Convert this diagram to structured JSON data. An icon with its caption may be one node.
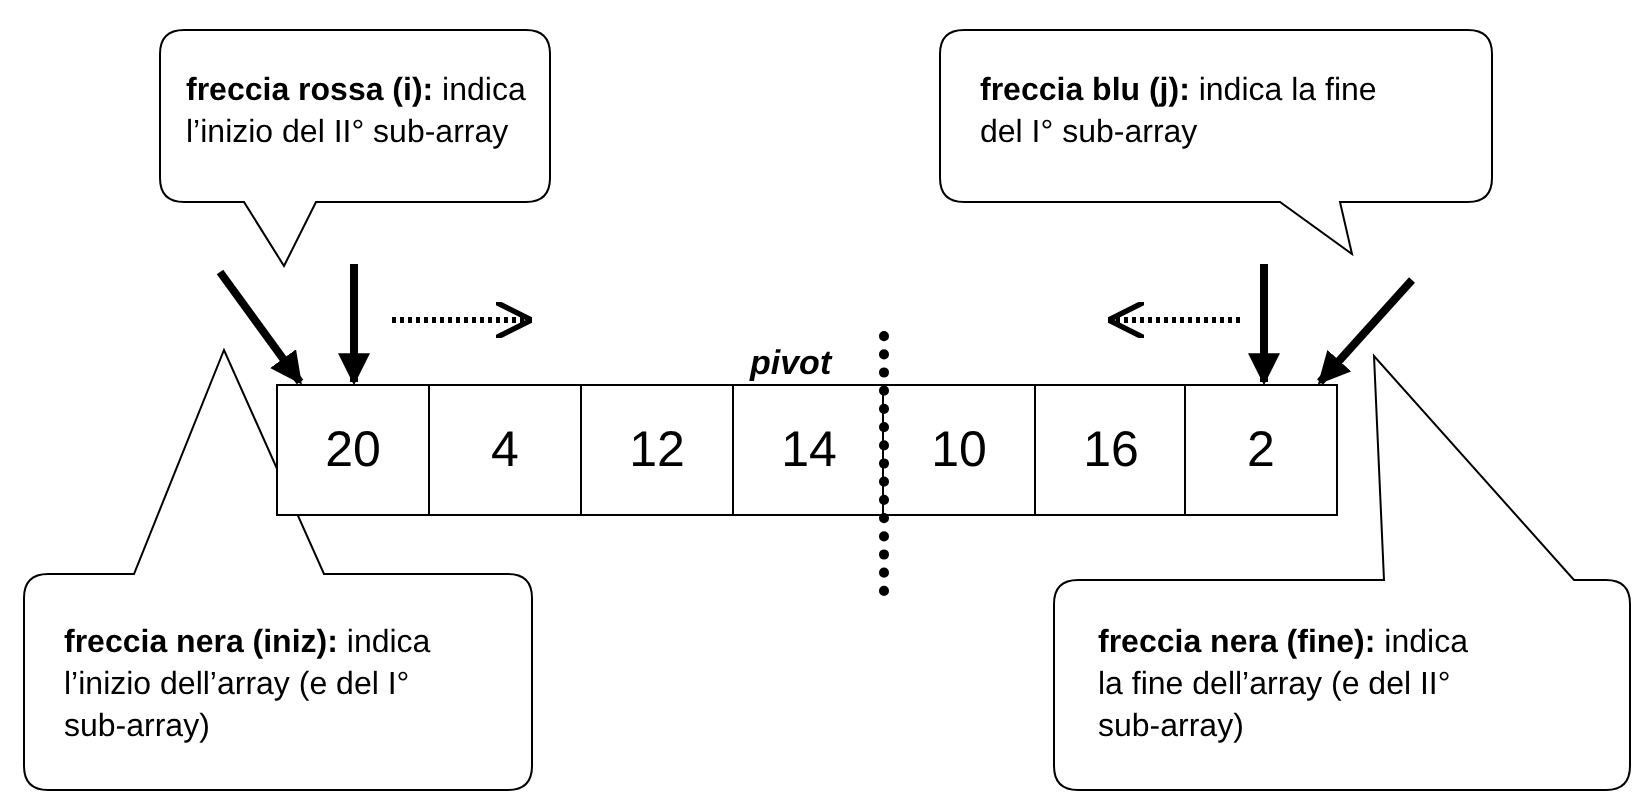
{
  "diagram": {
    "nodes": [
      {
        "text": [
          "**freccia rossa (i):** indica l’inizio del II° sub-array"
        ]
      },
      {
        "text": [
          "**freccia blu (j):** indica la fine del I° sub-array"
        ]
      },
      {
        "text": [
          "**freccia nera (iniz):** indica l’inizio dell’array (e del I° sub-array)"
        ]
      },
      {
        "text": [
          "**freccia nera (fine):** indica la fine dell’array (e del II° sub-array)"
        ]
      },
      {
        "text": [
          "20"
        ]
      },
      {
        "text": [
          "4"
        ]
      },
      {
        "text": [
          "12"
        ]
      },
      {
        "text": [
          "14"
        ]
      },
      {
        "text": [
          "10"
        ]
      },
      {
        "text": [
          "16"
        ]
      },
      {
        "text": [
          "2"
        ]
      }
    ],
    "edges": [
      {
        "from": null,
        "to": 4,
        "arrow": "to"
      },
      {
        "from": null,
        "to": 4,
        "arrow": "to"
      },
      {
        "from": null,
        "to": 10,
        "arrow": "to"
      },
      {
        "from": null,
        "to": 10,
        "arrow": "to"
      }
    ],
    "labels": [
      "pivot"
    ]
  }
}
